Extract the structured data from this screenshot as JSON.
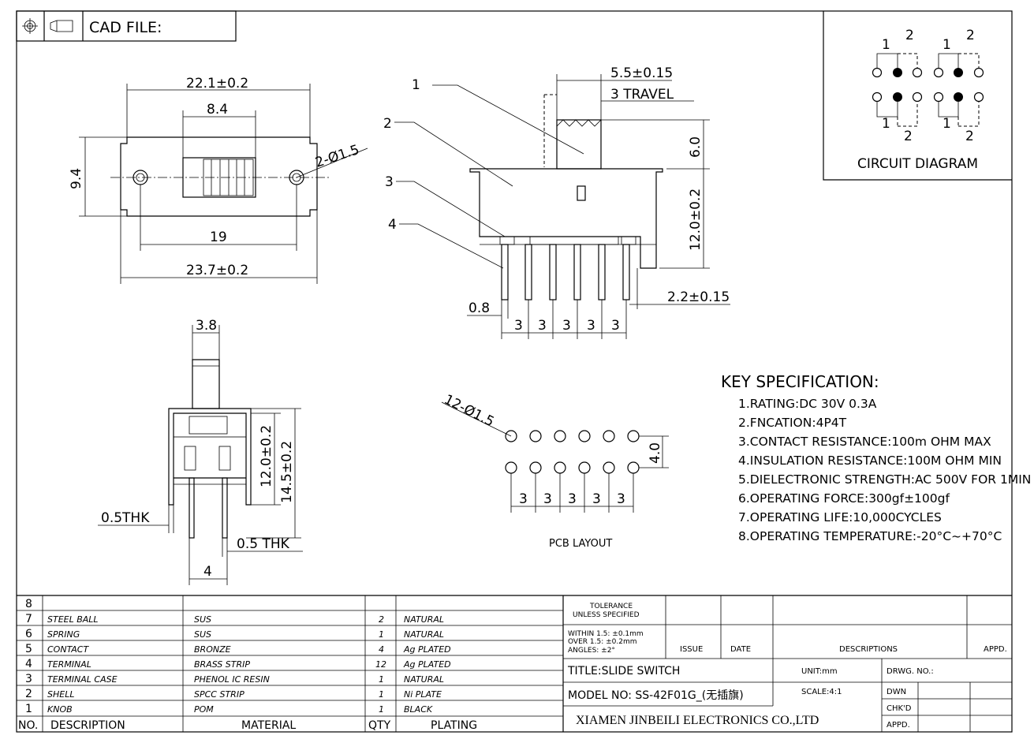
{
  "header": {
    "cad_file_label": "CAD FILE:"
  },
  "top_view": {
    "dim_overall_length": "22.1±0.2",
    "dim_slot_width": "8.4",
    "dim_height": "9.4",
    "dim_holes": "2-Ø1.5",
    "dim_hole_pitch": "19",
    "dim_outer_length": "23.7±0.2"
  },
  "side_view": {
    "callout_1": "1",
    "callout_2": "2",
    "callout_3": "3",
    "callout_4": "4",
    "dim_knob": "5.5±0.15",
    "dim_travel": "3 TRAVEL",
    "dim_knob_height": "6.0",
    "dim_body_height": "12.0±0.2",
    "dim_pin_offset": "2.2±0.15",
    "dim_pin_width": "0.8",
    "dim_pin_pitch": [
      "3",
      "3",
      "3",
      "3",
      "3"
    ]
  },
  "end_view": {
    "dim_knob_width": "3.8",
    "dim_body_h1": "12.0±0.2",
    "dim_body_h2": "14.5±0.2",
    "dim_shell_thk": "0.5THK",
    "dim_pin_thk": "0.5 THK",
    "dim_pin_space": "4"
  },
  "pcb_layout": {
    "dim_holes": "12-Ø1.5",
    "dim_row_pitch": "4.0",
    "dim_pitch": [
      "3",
      "3",
      "3",
      "3",
      "3"
    ],
    "title": "PCB LAYOUT"
  },
  "circuit_diagram": {
    "title": "CIRCUIT DIAGRAM",
    "labels_top": [
      "1",
      "2",
      "1",
      "2"
    ],
    "labels_bottom": [
      "1",
      "2",
      "1",
      "2"
    ]
  },
  "key_specification": {
    "title": "KEY SPECIFICATION:",
    "items": [
      "1.RATING:DC  30V  0.3A",
      "2.FNCATION:4P4T",
      "3.CONTACT  RESISTANCE:100m  OHM  MAX",
      "4.INSULATION  RESISTANCE:100M  OHM  MIN",
      "5.DIELECTRONIC  STRENGTH:AC  500V  FOR  1MIN",
      "6.OPERATING  FORCE:300gf±100gf",
      "7.OPERATING  LIFE:10,000CYCLES",
      "8.OPERATING  TEMPERATURE:-20°C~+70°C"
    ]
  },
  "bom": {
    "headers": {
      "no": "NO.",
      "description": "DESCRIPTION",
      "material": "MATERIAL",
      "qty": "QTY",
      "plating": "PLATING"
    },
    "rows": [
      {
        "no": "8",
        "description": "",
        "material": "",
        "qty": "",
        "plating": ""
      },
      {
        "no": "7",
        "description": "STEEL  BALL",
        "material": "SUS",
        "qty": "2",
        "plating": "NATURAL"
      },
      {
        "no": "6",
        "description": "SPRING",
        "material": "SUS",
        "qty": "1",
        "plating": "NATURAL"
      },
      {
        "no": "5",
        "description": "CONTACT",
        "material": "BRONZE",
        "qty": "4",
        "plating": "Ag  PLATED"
      },
      {
        "no": "4",
        "description": "TERMINAL",
        "material": "BRASS  STRIP",
        "qty": "12",
        "plating": "Ag  PLATED"
      },
      {
        "no": "3",
        "description": "TERMINAL  CASE",
        "material": "PHENOL  IC  RESIN",
        "qty": "1",
        "plating": "NATURAL"
      },
      {
        "no": "2",
        "description": "SHELL",
        "material": "SPCC  STRIP",
        "qty": "1",
        "plating": "Ni  PLATE"
      },
      {
        "no": "1",
        "description": "KNOB",
        "material": "POM",
        "qty": "1",
        "plating": "BLACK"
      }
    ]
  },
  "title_block": {
    "tolerance_l1": "TOLERANCE",
    "tolerance_l2": "UNLESS  SPECIFIED",
    "within": "WITHIN  1.5: ±0.1mm",
    "over": "OVER  1.5:  ±0.2mm",
    "angles": "ANGLES: ±2°",
    "issue": "ISSUE",
    "date": "DATE",
    "descriptions": "DESCRIPTIONS",
    "appd_col": "APPD.",
    "title": "TITLE:SLIDE  SWITCH",
    "unit": "UNIT:mm",
    "drwg_no": "DRWG.  NO.:",
    "model": "MODEL  NO: SS-42F01G_(无插旗)",
    "scale": "SCALE:4:1",
    "dwn": "DWN",
    "chkd": "CHK'D",
    "appd": "APPD.",
    "company": "XIAMEN  JINBEILI  ELECTRONICS  CO.,LTD"
  }
}
